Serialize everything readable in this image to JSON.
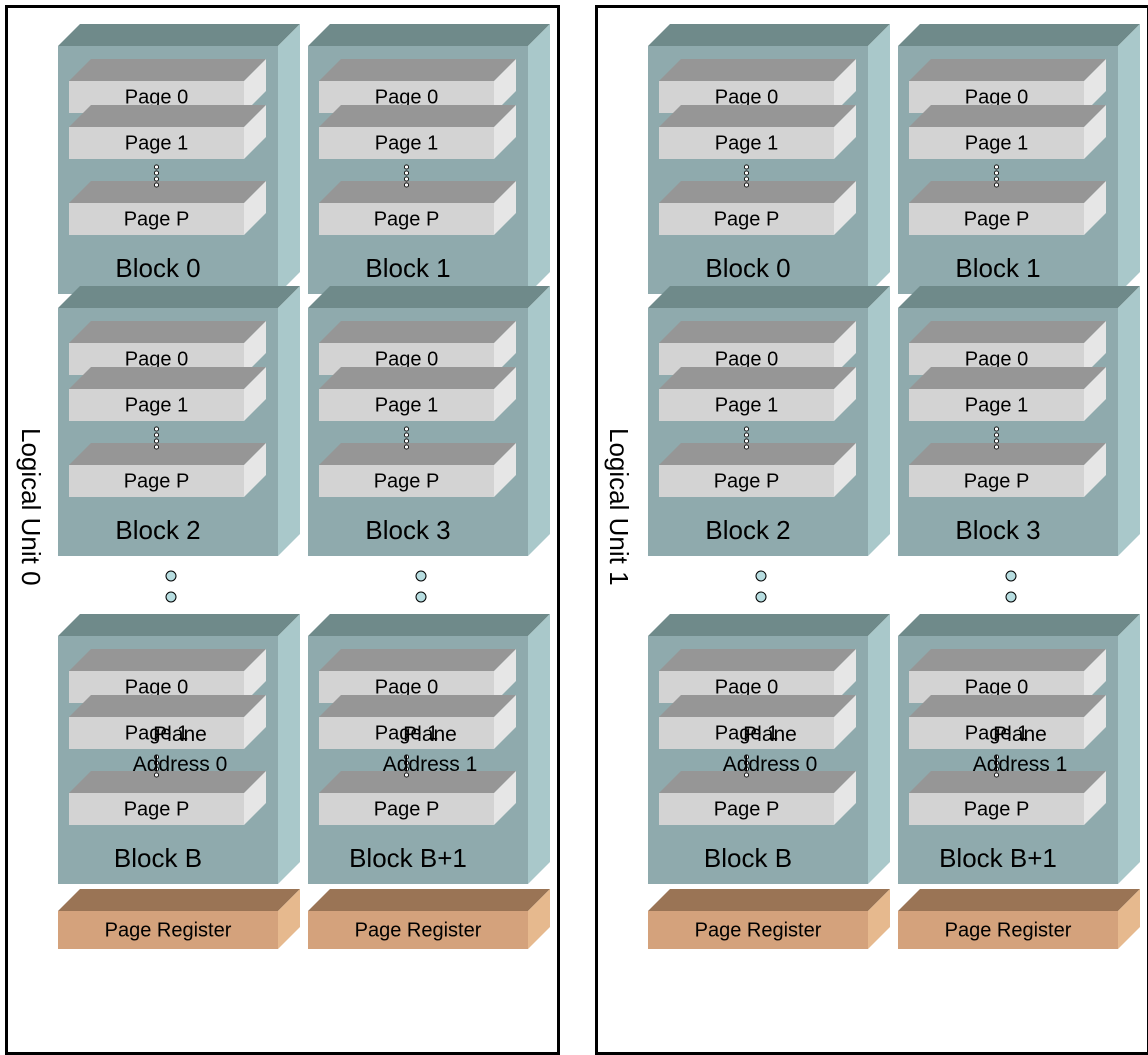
{
  "units": [
    {
      "label": "Logical Unit 0",
      "planes": [
        {
          "blocks": [
            {
              "label": "Block 0",
              "pages": [
                "Page 0",
                "Page 1",
                "Page P"
              ]
            },
            {
              "label": "Block 2",
              "pages": [
                "Page 0",
                "Page 1",
                "Page P"
              ]
            },
            {
              "label": "Block B",
              "pages": [
                "Page 0",
                "Page 1",
                "Page P"
              ]
            }
          ],
          "register": "Page Register",
          "caption_line1": "Plane",
          "caption_line2": "Address 0"
        },
        {
          "blocks": [
            {
              "label": "Block 1",
              "pages": [
                "Page 0",
                "Page 1",
                "Page P"
              ]
            },
            {
              "label": "Block 3",
              "pages": [
                "Page 0",
                "Page 1",
                "Page P"
              ]
            },
            {
              "label": "Block B+1",
              "pages": [
                "Page 0",
                "Page 1",
                "Page P"
              ]
            }
          ],
          "register": "Page Register",
          "caption_line1": "Plane",
          "caption_line2": "Address 1"
        }
      ]
    },
    {
      "label": "Logical Unit 1",
      "planes": [
        {
          "blocks": [
            {
              "label": "Block 0",
              "pages": [
                "Page 0",
                "Page 1",
                "Page P"
              ]
            },
            {
              "label": "Block 2",
              "pages": [
                "Page 0",
                "Page 1",
                "Page P"
              ]
            },
            {
              "label": "Block B",
              "pages": [
                "Page 0",
                "Page 1",
                "Page P"
              ]
            }
          ],
          "register": "Page Register",
          "caption_line1": "Plane",
          "caption_line2": "Address 0"
        },
        {
          "blocks": [
            {
              "label": "Block 1",
              "pages": [
                "Page 0",
                "Page 1",
                "Page P"
              ]
            },
            {
              "label": "Block 3",
              "pages": [
                "Page 0",
                "Page 1",
                "Page P"
              ]
            },
            {
              "label": "Block B+1",
              "pages": [
                "Page 0",
                "Page 1",
                "Page P"
              ]
            }
          ],
          "register": "Page Register",
          "caption_line1": "Plane",
          "caption_line2": "Address 1"
        }
      ]
    }
  ],
  "colors": {
    "block_front": "#8faaad",
    "block_top": "#6f8a8a",
    "block_side": "#a9c8ca",
    "page_front": "#d3d3d3",
    "page_top": "#969696",
    "page_side": "#e6e6e6",
    "register_front": "#d4a27c",
    "register_top": "#9a7455",
    "register_side": "#e6b98e",
    "ellipsis_dot": "#b7dde0"
  }
}
